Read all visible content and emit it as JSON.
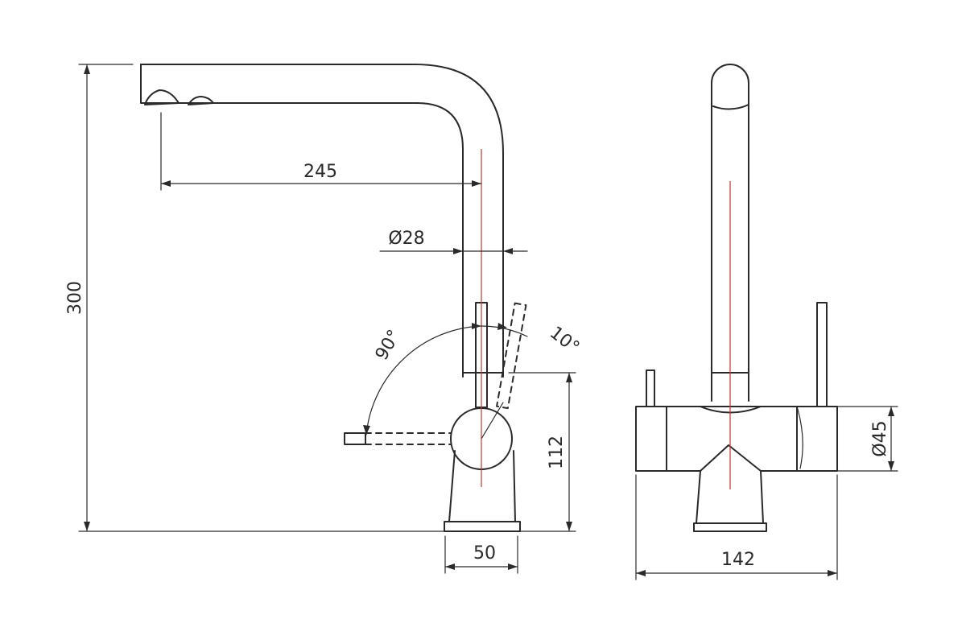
{
  "dimensions": {
    "total_height": "300",
    "spout_reach": "245",
    "pipe_diameter": "Ø28",
    "lever_angle_main": "90°",
    "lever_angle_small": "10°",
    "base_height": "112",
    "base_width": "50",
    "body_diameter": "Ø45",
    "total_width": "142"
  },
  "colors": {
    "line": "#2a2a2a",
    "center_axis": "#c0392b",
    "background": "#ffffff"
  }
}
